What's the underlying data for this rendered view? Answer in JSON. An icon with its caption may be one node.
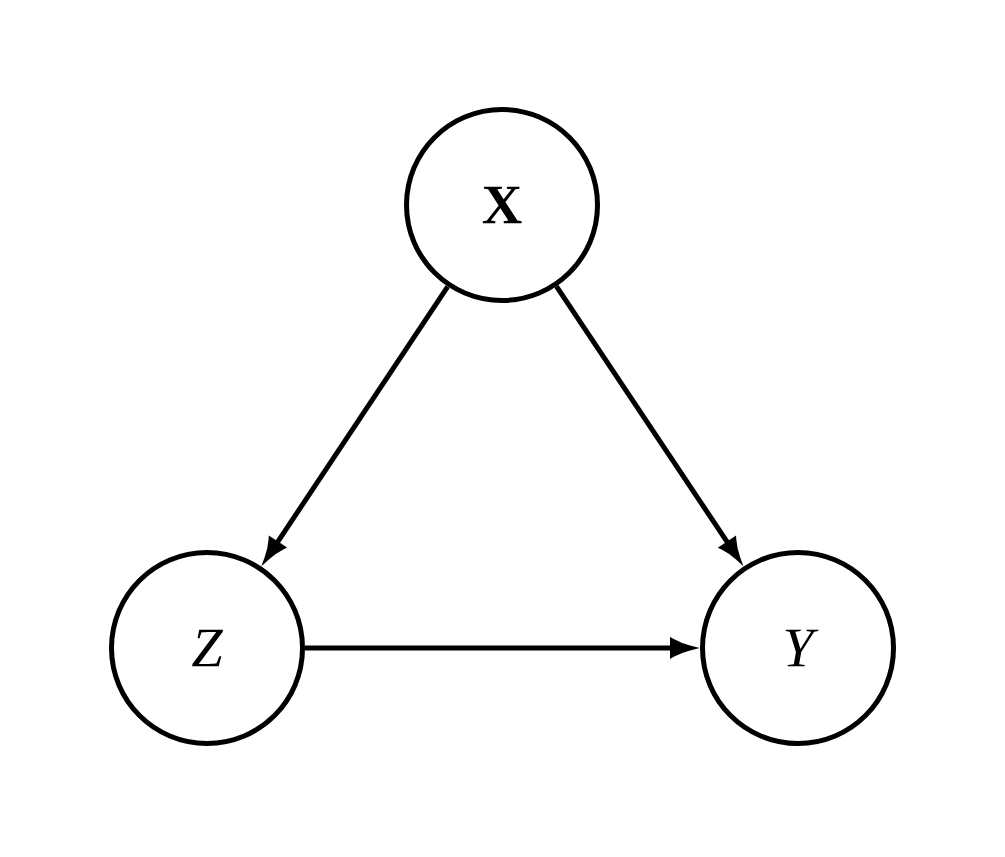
{
  "diagram": {
    "nodes": [
      {
        "text": [
          "X"
        ]
      },
      {
        "text": [
          "Z"
        ]
      },
      {
        "text": [
          "Y"
        ]
      }
    ],
    "edges": [
      {
        "from": 0,
        "to": 1,
        "arrow": "to"
      },
      {
        "from": 0,
        "to": 2,
        "arrow": "to"
      },
      {
        "from": 1,
        "to": 2,
        "arrow": "to"
      }
    ]
  }
}
